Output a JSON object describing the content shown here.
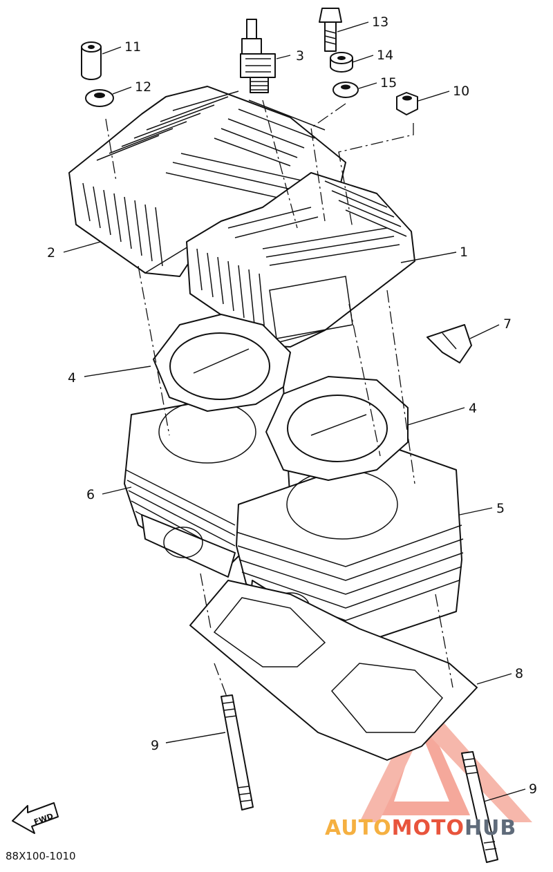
{
  "diagram": {
    "part_numbers": [
      "1",
      "2",
      "3",
      "4",
      "4",
      "5",
      "6",
      "7",
      "8",
      "9",
      "9",
      "10",
      "11",
      "12",
      "13",
      "14",
      "15"
    ],
    "drawing_code": "88X100-1010",
    "fwd_label": "FWD"
  },
  "watermark": {
    "text_part1": "AUTO",
    "text_part2": "MOTO",
    "text_part3": "HUB",
    "colors": {
      "orange": "#f5b041",
      "red": "#e8543c",
      "gray": "#5f6b7a"
    }
  }
}
